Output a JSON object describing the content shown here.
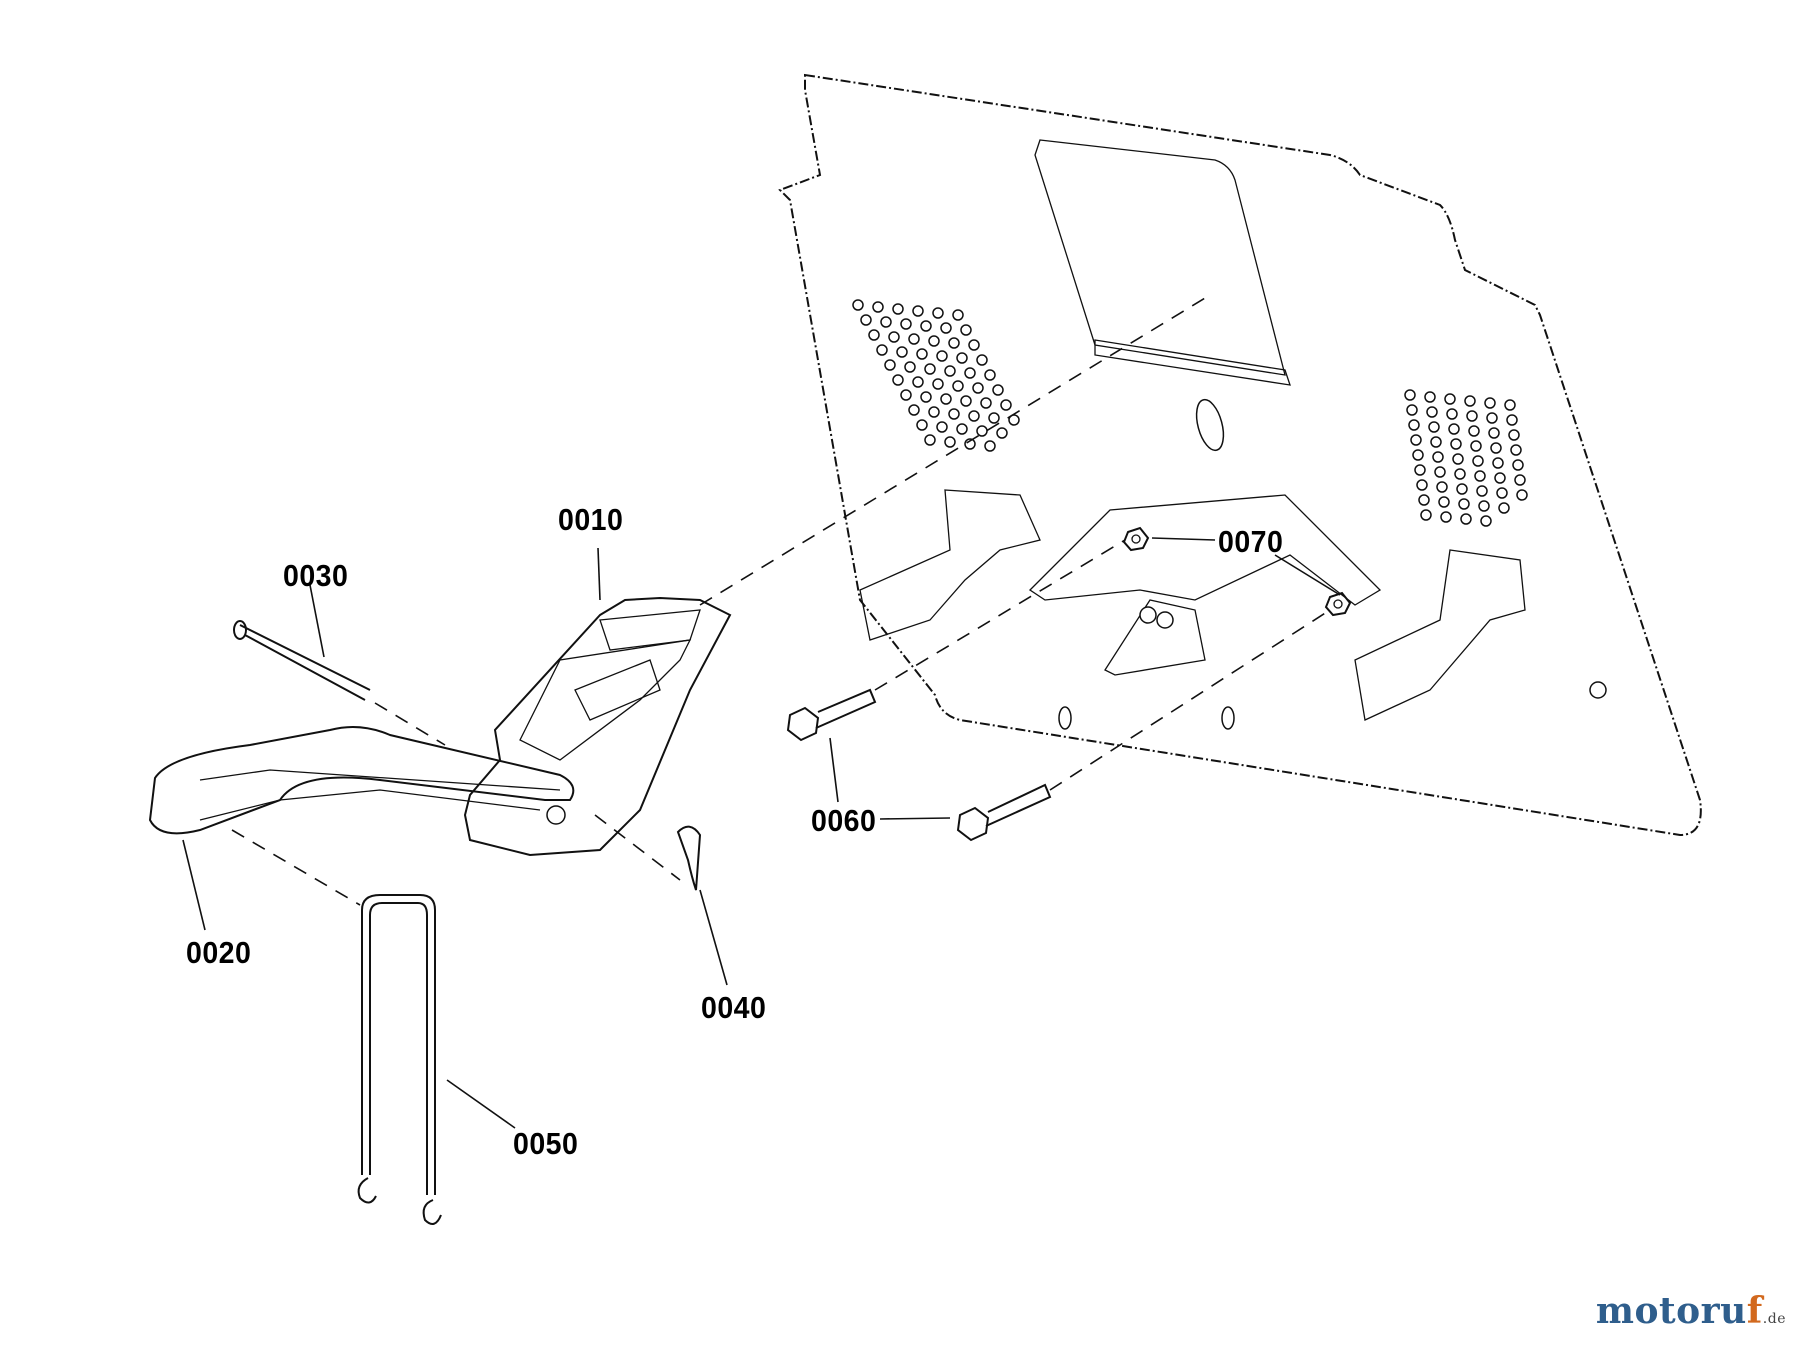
{
  "labels": {
    "p0010": "0010",
    "p0020": "0020",
    "p0030": "0030",
    "p0040": "0040",
    "p0050": "0050",
    "p0060": "0060",
    "p0070": "0070"
  },
  "watermark": {
    "brand_main": "motoru",
    "brand_f": "f",
    "suffix": ".de"
  }
}
